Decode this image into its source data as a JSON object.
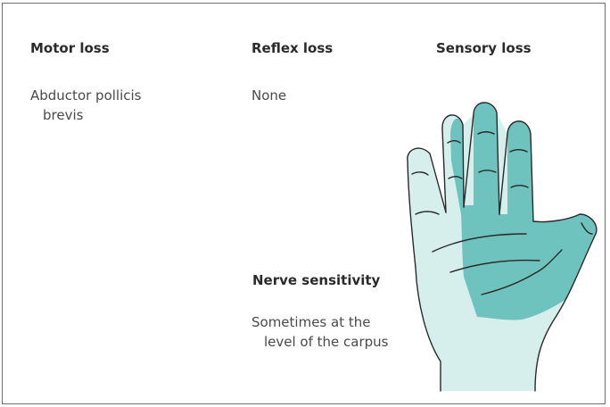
{
  "columns": {
    "motor": {
      "heading": "Motor loss",
      "lines": [
        "Abductor pollicis",
        "brevis"
      ]
    },
    "reflex": {
      "heading": "Reflex loss",
      "text": "None"
    },
    "sensory": {
      "heading": "Sensory loss"
    }
  },
  "nerve": {
    "heading": "Nerve sensitivity",
    "lines": [
      "Sometimes at the",
      "level of the carpus"
    ]
  },
  "colors": {
    "skin": "#d6eeec",
    "affected": "#6fc3be",
    "outline": "#2a2a2a",
    "frame": "#6f6f6f"
  },
  "illustration": {
    "subject": "hand-palm-icon"
  }
}
